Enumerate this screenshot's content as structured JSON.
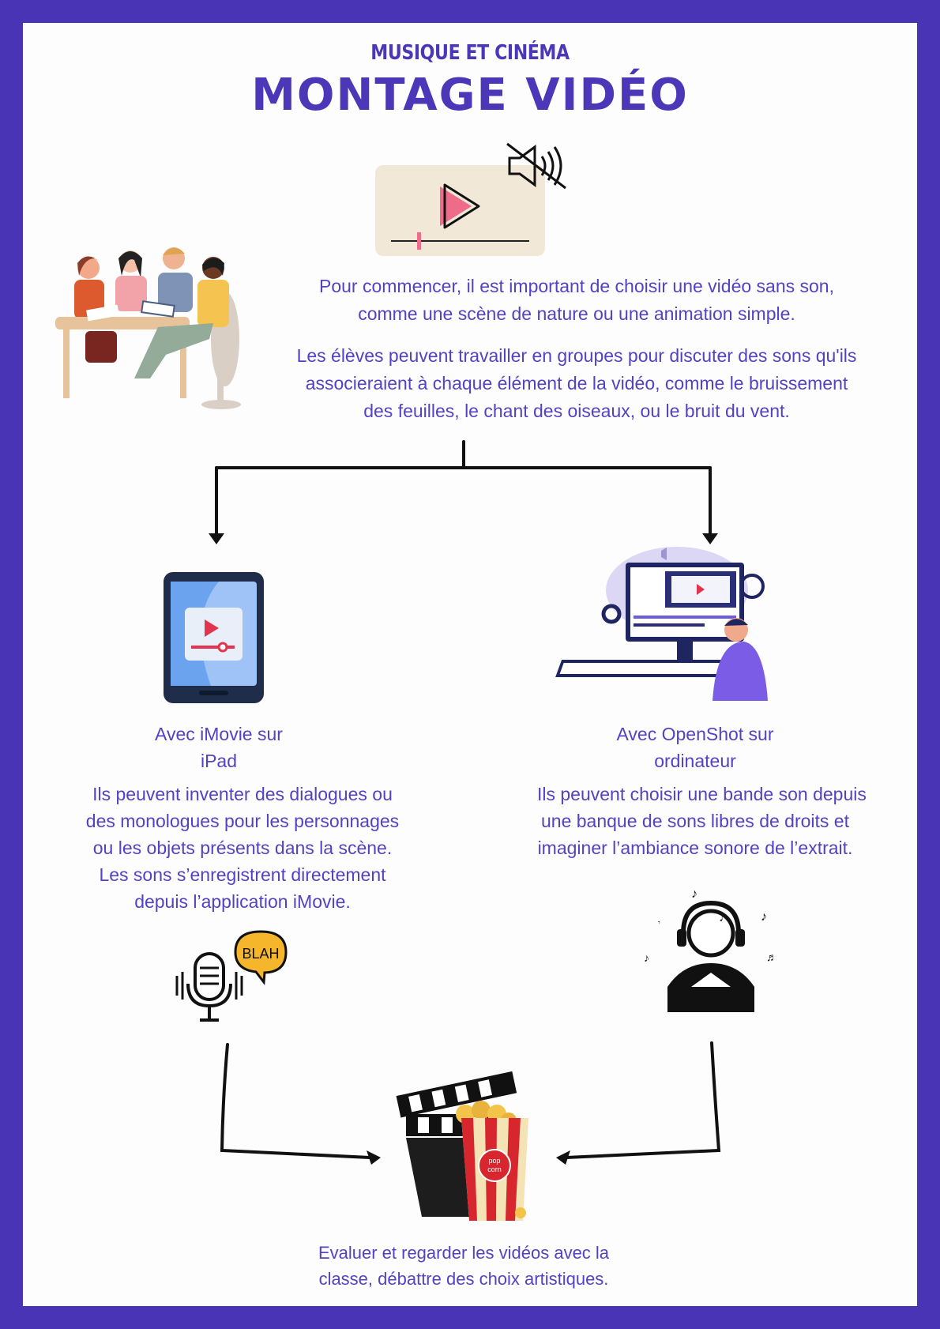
{
  "header": {
    "subtitle": "MUSIQUE ET CINÉMA",
    "title": "MONTAGE VIDÉO"
  },
  "intro": {
    "line1": "Pour commencer, il est important de choisir une vidéo sans son,",
    "line2": "comme une scène de nature ou une animation simple.",
    "para2_line1": "Les élèves peuvent travailler en groupes pour discuter des sons qu'ils",
    "para2_line2": "associeraient à chaque élément de la vidéo, comme le bruissement",
    "para2_line3": "des feuilles, le chant des oiseaux, ou le bruit du vent."
  },
  "left_branch": {
    "heading_line1": "Avec iMovie sur",
    "heading_line2": "iPad",
    "body": [
      "Ils peuvent inventer des dialogues ou",
      "des monologues pour les personnages",
      "ou les objets présents dans la scène.",
      "Les sons s’enregistrent directement",
      "depuis l’application iMovie."
    ],
    "bubble_text": "BLAH"
  },
  "right_branch": {
    "heading_line1": "Avec OpenShot sur",
    "heading_line2": "ordinateur",
    "body": [
      "Ils peuvent choisir une bande son depuis",
      "une banque de sons libres de droits et",
      "imaginer l’ambiance sonore de l’extrait."
    ]
  },
  "conclusion": {
    "line1": "Evaluer et regarder les vidéos avec la",
    "line2": "classe, débattre des choix artistiques.",
    "popcorn_label": "pop corn"
  },
  "colors": {
    "border": "#4a34b6",
    "text": "#5342c2",
    "accent_pink": "#ef6b8a",
    "player_bg": "#f2e8d8"
  }
}
